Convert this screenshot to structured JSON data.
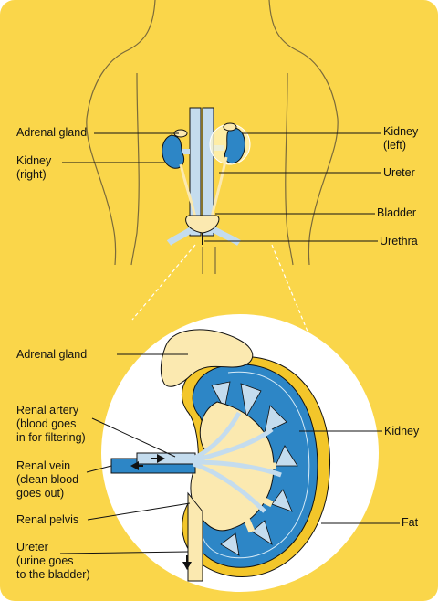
{
  "colors": {
    "background": "#fad64a",
    "kidney_blue": "#2d86c6",
    "vessel_blue": "#c4dcee",
    "pale_yellow": "#fbe9b0",
    "fat_yellow": "#f3c62a",
    "outline": "#111111",
    "circle": "#ffffff"
  },
  "top_labels": {
    "adrenal_gland": "Adrenal gland",
    "kidney_right": "Kidney\n(right)",
    "kidney_left": "Kidney\n(left)",
    "ureter": "Ureter",
    "bladder": "Bladder",
    "urethra": "Urethra"
  },
  "bottom_labels": {
    "adrenal_gland": "Adrenal gland",
    "renal_artery": "Renal artery\n(blood goes\nin for filtering)",
    "renal_vein": "Renal vein\n(clean blood\ngoes out)",
    "renal_pelvis": "Renal pelvis",
    "ureter": "Ureter\n(urine goes\nto the bladder)",
    "kidney": "Kidney",
    "fat": "Fat"
  },
  "icons": [
    "arrow-left-icon",
    "arrow-right-icon",
    "arrow-down-icon"
  ]
}
